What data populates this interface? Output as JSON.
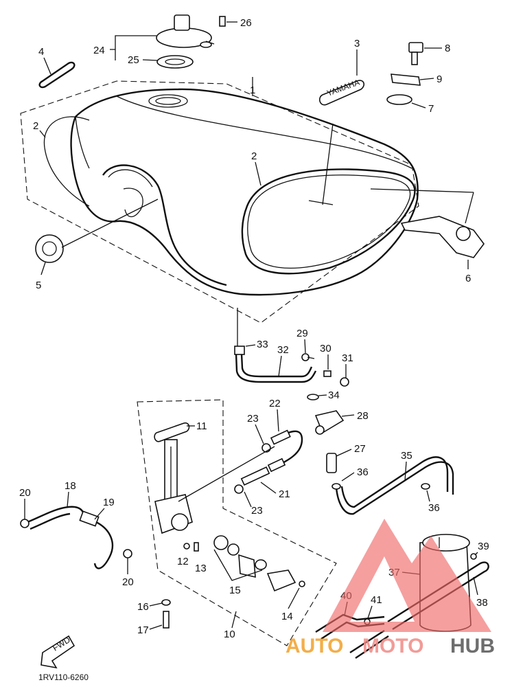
{
  "diagram": {
    "part_code": "1RV110-6260",
    "fwd_label": "FWD",
    "tank_emblem": "YAMAHA",
    "callouts": [
      "1",
      "2",
      "2",
      "3",
      "4",
      "5",
      "6",
      "7",
      "8",
      "9",
      "10",
      "11",
      "12",
      "13",
      "14",
      "15",
      "16",
      "17",
      "18",
      "19",
      "20",
      "20",
      "21",
      "22",
      "23",
      "23",
      "24",
      "25",
      "26",
      "27",
      "28",
      "29",
      "30",
      "31",
      "32",
      "33",
      "34",
      "35",
      "36",
      "36",
      "37",
      "38",
      "39",
      "40",
      "41"
    ]
  },
  "watermark": {
    "text_a": "AUTO",
    "text_b": "MOTO",
    "text_c": "HUB",
    "colors": {
      "auto": "#f2a02a",
      "moto": "#f08a86",
      "hub": "#555555",
      "triangle": "#f06a6a"
    }
  }
}
